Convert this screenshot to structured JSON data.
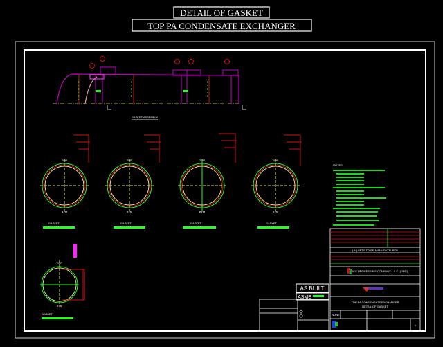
{
  "header": {
    "title": "DETAIL OF GASKET",
    "subtitle": "TOP PA CONDENSATE EXCHANGER"
  },
  "drawing": {
    "assembly_label": "GASKET ASSEMBLY",
    "top_label": "TOP",
    "btm_label": "BTM",
    "gasket_label": "GASKET",
    "notes_heading": "NOTES:"
  },
  "title_block": {
    "sets_note": "( 4 ) SETS TO BE MANUFACTURED",
    "company": "GCC PROCESSING COMPANY L.L.C. (GPC)",
    "drawing_title_1": "TOP PA CONDENSATE EXCHANGER",
    "drawing_title_2": "DETAIL OF GASKET",
    "scale": "NONE",
    "sheet": "1",
    "as_built": "AS BUILT",
    "asme": "ASME"
  },
  "colors": {
    "background": "#000000",
    "frame": "#ffffff",
    "vessel": "#c000c0",
    "dimension": "#d01010",
    "text": "#20ff20",
    "centerline": "#d8d870"
  }
}
